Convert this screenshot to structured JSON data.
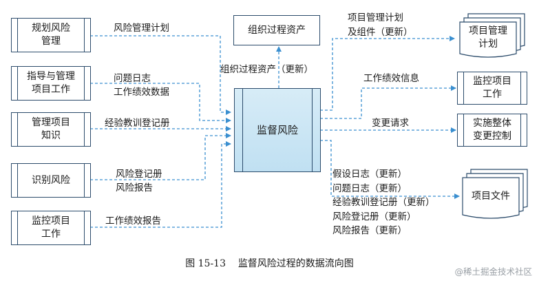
{
  "inputs": [
    {
      "box": "规划风险\n管理",
      "label": "风险管理计划"
    },
    {
      "box": "指导与管理\n项目工作",
      "label": "问题日志\n工作绩效数据"
    },
    {
      "box": "管理项目\n知识",
      "label": "经验教训登记册"
    },
    {
      "box": "识别风险",
      "label": "风险登记册\n风险报告"
    },
    {
      "box": "监控项目\n工作",
      "label": "工作绩效报告"
    }
  ],
  "center": {
    "label": "监督风险"
  },
  "org_assets": {
    "box": "组织过程资产",
    "label": "组织过程资产（更新）"
  },
  "outputs": [
    {
      "box": "项目管理\n计划",
      "label": "项目管理计划\n及组件（更新）"
    },
    {
      "box": "监控项目\n工作",
      "label": "工作绩效信息"
    },
    {
      "box": "实施整体\n变更控制",
      "label": "变更请求"
    },
    {
      "box": "项目文件",
      "label": "假设日志（更新）\n问题日志（更新）\n经验教训登记册（更新）\n风险登记册（更新）\n风险报告（更新）"
    }
  ],
  "caption": {
    "figure_no": "图 15-13",
    "title": "监督风险过程的数据流向图"
  },
  "watermark": "@稀土掘金技术社区",
  "colors": {
    "line": "#3a8fd0",
    "border": "#2a4a6a",
    "center_fill": "#cfe8f5"
  }
}
